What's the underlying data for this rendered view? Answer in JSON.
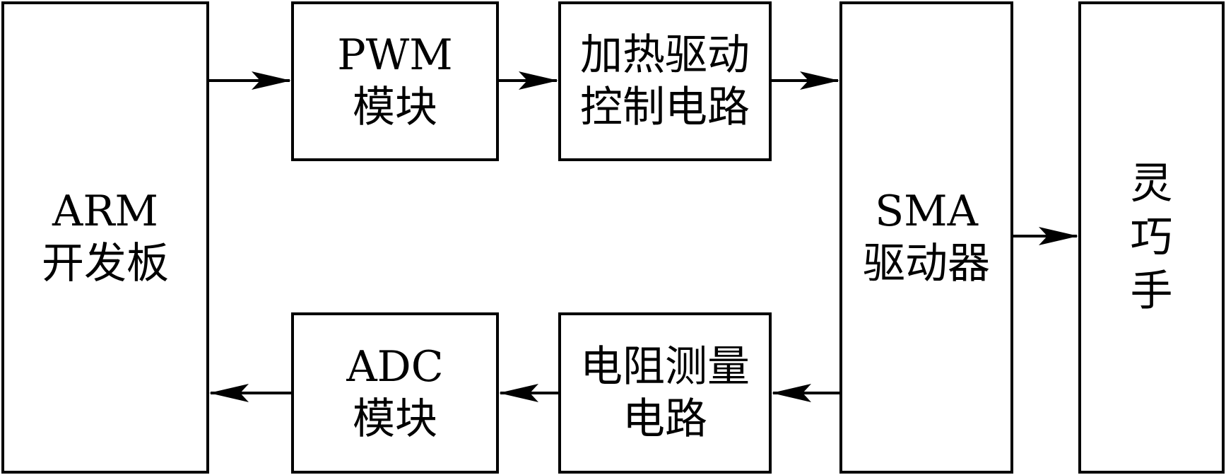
{
  "nodes": {
    "arm": {
      "lines": [
        "ARM",
        "开发板"
      ]
    },
    "pwm": {
      "lines": [
        "PWM",
        "模块"
      ]
    },
    "heat": {
      "lines": [
        "加热驱动",
        "控制电路"
      ]
    },
    "sma": {
      "lines": [
        "SMA",
        "驱动器"
      ]
    },
    "hand": {
      "lines": [
        "灵",
        "巧",
        "手"
      ]
    },
    "adc": {
      "lines": [
        "ADC",
        "模块"
      ]
    },
    "resist": {
      "lines": [
        "电阻测量",
        "电路"
      ]
    }
  },
  "edges": [
    {
      "from": "arm",
      "to": "pwm"
    },
    {
      "from": "pwm",
      "to": "heat"
    },
    {
      "from": "heat",
      "to": "sma"
    },
    {
      "from": "sma",
      "to": "hand"
    },
    {
      "from": "sma",
      "to": "resist"
    },
    {
      "from": "resist",
      "to": "adc"
    },
    {
      "from": "adc",
      "to": "arm"
    }
  ]
}
